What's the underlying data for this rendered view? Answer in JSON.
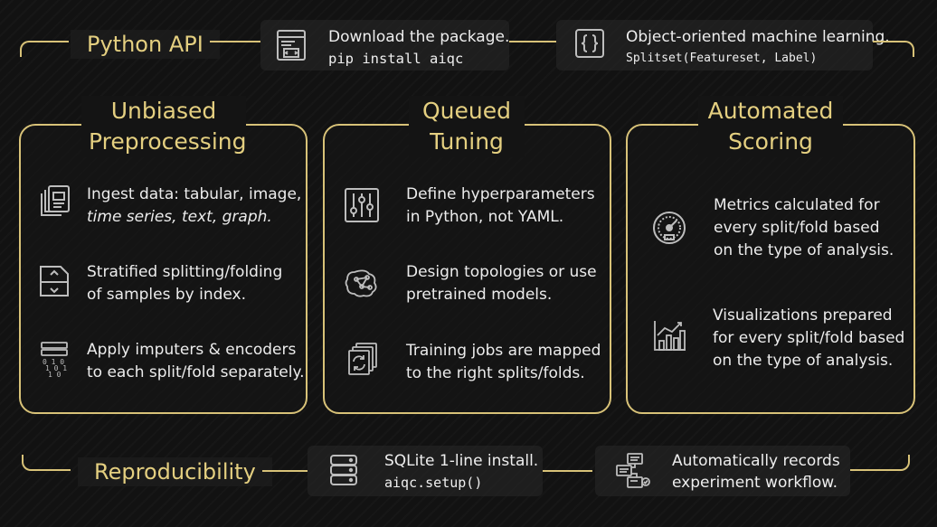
{
  "top_bar": {
    "title": "Python API",
    "download": {
      "line1": "Download the package.",
      "line2": "pip install aiqc",
      "icon": "code-window-icon"
    },
    "oop": {
      "line1": "Object-oriented machine learning.",
      "line2": "Splitset(Featureset, Label)",
      "icon": "curly-braces-icon"
    }
  },
  "panels": [
    {
      "title_line1": "Unbiased",
      "title_line2": "Preprocessing",
      "items": [
        {
          "icon": "documents-icon",
          "line1": "Ingest data: tabular, image,",
          "line2": "time series, text, graph."
        },
        {
          "icon": "split-file-icon",
          "line1": "Stratified splitting/folding",
          "line2": "of samples by index."
        },
        {
          "icon": "binary-encode-icon",
          "line1": "Apply imputers & encoders",
          "line2": "to each split/fold separately."
        }
      ]
    },
    {
      "title_line1": "Queued",
      "title_line2": "Tuning",
      "items": [
        {
          "icon": "sliders-icon",
          "line1": "Define hyperparameters",
          "line2": "in Python, not YAML."
        },
        {
          "icon": "brain-network-icon",
          "line1": "Design topologies or use",
          "line2": "pretrained models."
        },
        {
          "icon": "job-stack-icon",
          "line1": "Training jobs are mapped",
          "line2": "to the right splits/folds."
        }
      ]
    },
    {
      "title_line1": "Automated",
      "title_line2": "Scoring",
      "items": [
        {
          "icon": "gauge-icon",
          "line1": "Metrics calculated for",
          "line2": "every split/fold based",
          "line3": "on the type of analysis."
        },
        {
          "icon": "bar-chart-icon",
          "line1": "Visualizations prepared",
          "line2": "for every split/fold based",
          "line3": "on the type of analysis."
        }
      ]
    }
  ],
  "bottom_bar": {
    "title": "Reproducibility",
    "sqlite": {
      "line1": "SQLite 1-line install.",
      "line2": "aiqc.setup()",
      "icon": "database-icon"
    },
    "records": {
      "line1": "Automatically records",
      "line2": "experiment workflow.",
      "icon": "workflow-icon"
    }
  },
  "colors": {
    "accent": "#d8c278",
    "title": "#e4cf80",
    "background": "#121212"
  }
}
